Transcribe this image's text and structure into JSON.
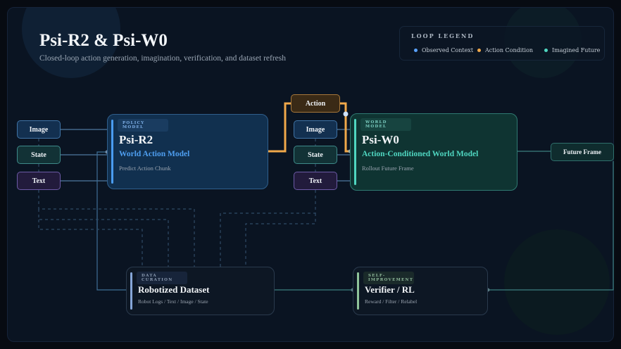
{
  "header": {
    "title": "Psi-R2 & Psi-W0",
    "subtitle": "Closed-loop action generation, imagination, verification, and dataset refresh"
  },
  "legend": {
    "title": "LOOP LEGEND",
    "items": [
      {
        "label": "Observed Context",
        "color": "#5aa2ff"
      },
      {
        "label": "Action Condition",
        "color": "#f0a84a"
      },
      {
        "label": "Imagined Future",
        "color": "#4fd6c0"
      }
    ]
  },
  "inputs_left": [
    "Image",
    "State",
    "Text"
  ],
  "inputs_right": [
    "Image",
    "State",
    "Text"
  ],
  "action": "Action",
  "policy": {
    "tag": "POLICY MODEL",
    "title": "Psi-R2",
    "subtitle": "World Action Model",
    "desc": "Predict Action Chunk"
  },
  "world": {
    "tag": "WORLD MODEL",
    "title": "Psi-W0",
    "subtitle": "Action-Conditioned World Model",
    "desc": "Rollout Future Frame"
  },
  "future": "Future Frame",
  "dataset": {
    "tag": "DATA CURATION",
    "title": "Robotized Dataset",
    "desc": "Robot Logs / Text / Image / State"
  },
  "verifier": {
    "tag": "SELF-IMPROVEMENT",
    "title": "Verifier / RL",
    "desc": "Reward / Filter / Relabel"
  }
}
